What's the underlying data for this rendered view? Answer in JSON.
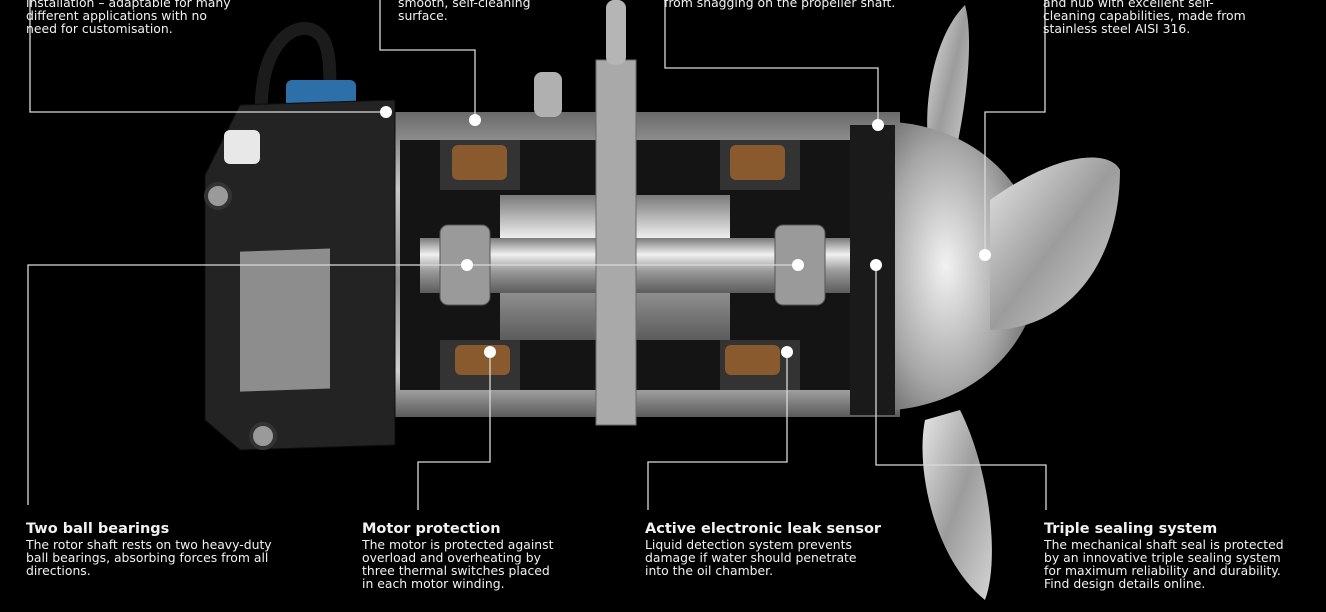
{
  "callouts": [
    {
      "id": "installation",
      "heading": "",
      "body": "installation – adaptable for many\ndifferent applications with no\nneed for customisation."
    },
    {
      "id": "surface",
      "heading": "",
      "body": "smooth, self-cleaning\nsurface."
    },
    {
      "id": "snagging",
      "heading": "",
      "body": "from snagging on the propeller shaft."
    },
    {
      "id": "propeller",
      "heading": "",
      "body": "and hub with excellent self-\ncleaning capabilities, made from\nstainless steel AISI 316."
    },
    {
      "id": "bearings",
      "heading": "Two ball bearings",
      "body": "The rotor shaft rests on two heavy-duty\nball bearings, absorbing forces from all\ndirections."
    },
    {
      "id": "motor",
      "heading": "Motor protection",
      "body": "The motor is protected against\noverload and overheating by\nthree thermal switches placed\nin each motor winding."
    },
    {
      "id": "leak",
      "heading": "Active electronic leak sensor",
      "body": "Liquid detection system prevents\ndamage if water should penetrate\ninto the oil chamber."
    },
    {
      "id": "sealing",
      "heading": "Triple sealing system",
      "body": "The mechanical shaft seal is protected\nby an innovative triple sealing system\nfor maximum reliability and durability.\nFind design details online."
    }
  ],
  "colors": {
    "background": "#000000",
    "line": "#d9d9d9",
    "dot": "#ffffff",
    "text": "#f2f2f2"
  }
}
